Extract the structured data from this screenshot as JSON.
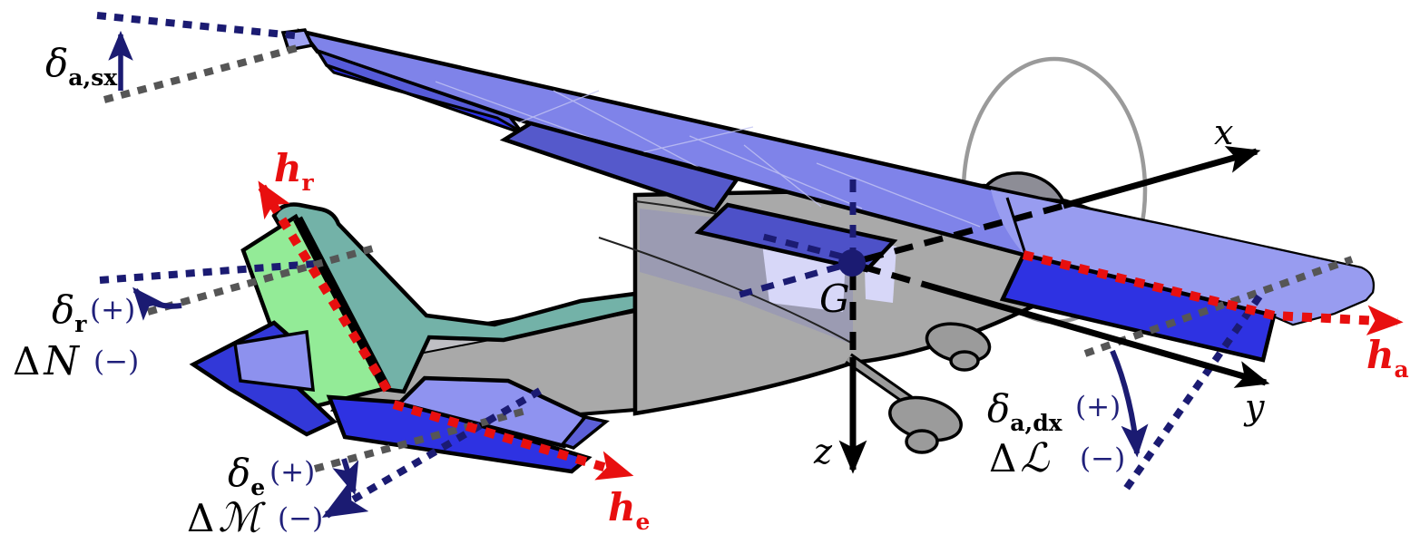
{
  "figure_title": "Aircraft control-surface deflection and hinge-axis sign conventions",
  "colors": {
    "navy": "#1b1b72",
    "red": "#e80f0f",
    "gray_dash": "#565656",
    "black": "#000000",
    "wing": "#7f83e9",
    "wing_outboard": "#989cf0",
    "aileron_right": "#2e32e2",
    "flap": "#5559cb",
    "fin": "#73b2a8",
    "rudder": "#93eb97",
    "fuselage": "#a9a9a9",
    "windows": "#d7d7f8",
    "propeller": "#9a9a9a"
  },
  "labels": {
    "aileron_left_deflection": {
      "symbol": "δ",
      "sub": "a,sx"
    },
    "rudder_hinge_axis": {
      "symbol": "h",
      "sub": "r"
    },
    "rudder_deflection": {
      "symbol": "δ",
      "sub": "r",
      "sign": "(+)"
    },
    "yaw_moment": {
      "symbol": "Δ",
      "letter": "N",
      "sign": "(−)"
    },
    "elevator_deflection": {
      "symbol": "δ",
      "sub": "e",
      "sign": "(+)"
    },
    "pitch_moment": {
      "symbol": "Δ",
      "letter": "ℳ",
      "sign": "(−)"
    },
    "elevator_hinge_axis": {
      "symbol": "h",
      "sub": "e"
    },
    "center_of_gravity": {
      "symbol": "G"
    },
    "axis_x": {
      "symbol": "x"
    },
    "axis_y": {
      "symbol": "y"
    },
    "axis_z": {
      "symbol": "z"
    },
    "aileron_hinge_axis": {
      "symbol": "h",
      "sub": "a"
    },
    "aileron_right_deflection": {
      "symbol": "δ",
      "sub": "a,dx",
      "sign": "(+)"
    },
    "roll_moment": {
      "symbol": "Δ",
      "letter": "ℒ",
      "sign": "(−)"
    }
  }
}
